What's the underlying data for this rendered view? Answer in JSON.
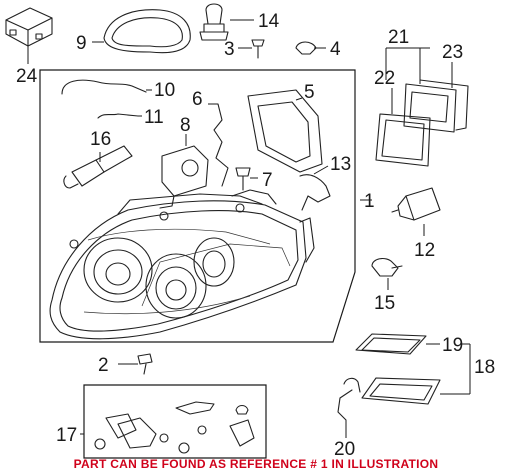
{
  "diagram": {
    "callouts": {
      "c1": "1",
      "c2": "2",
      "c3": "3",
      "c4": "4",
      "c5": "5",
      "c6": "6",
      "c7": "7",
      "c8": "8",
      "c9": "9",
      "c10": "10",
      "c11": "11",
      "c12": "12",
      "c13": "13",
      "c14": "14",
      "c15": "15",
      "c16": "16",
      "c17": "17",
      "c18": "18",
      "c19": "19",
      "c20": "20",
      "c21": "21",
      "c22": "22",
      "c23": "23",
      "c24": "24"
    },
    "footer_note": "PART CAN BE FOUND AS REFERENCE # 1 IN ILLUSTRATION",
    "colors": {
      "line": "#222222",
      "note": "#d0021b",
      "background": "#ffffff"
    }
  }
}
